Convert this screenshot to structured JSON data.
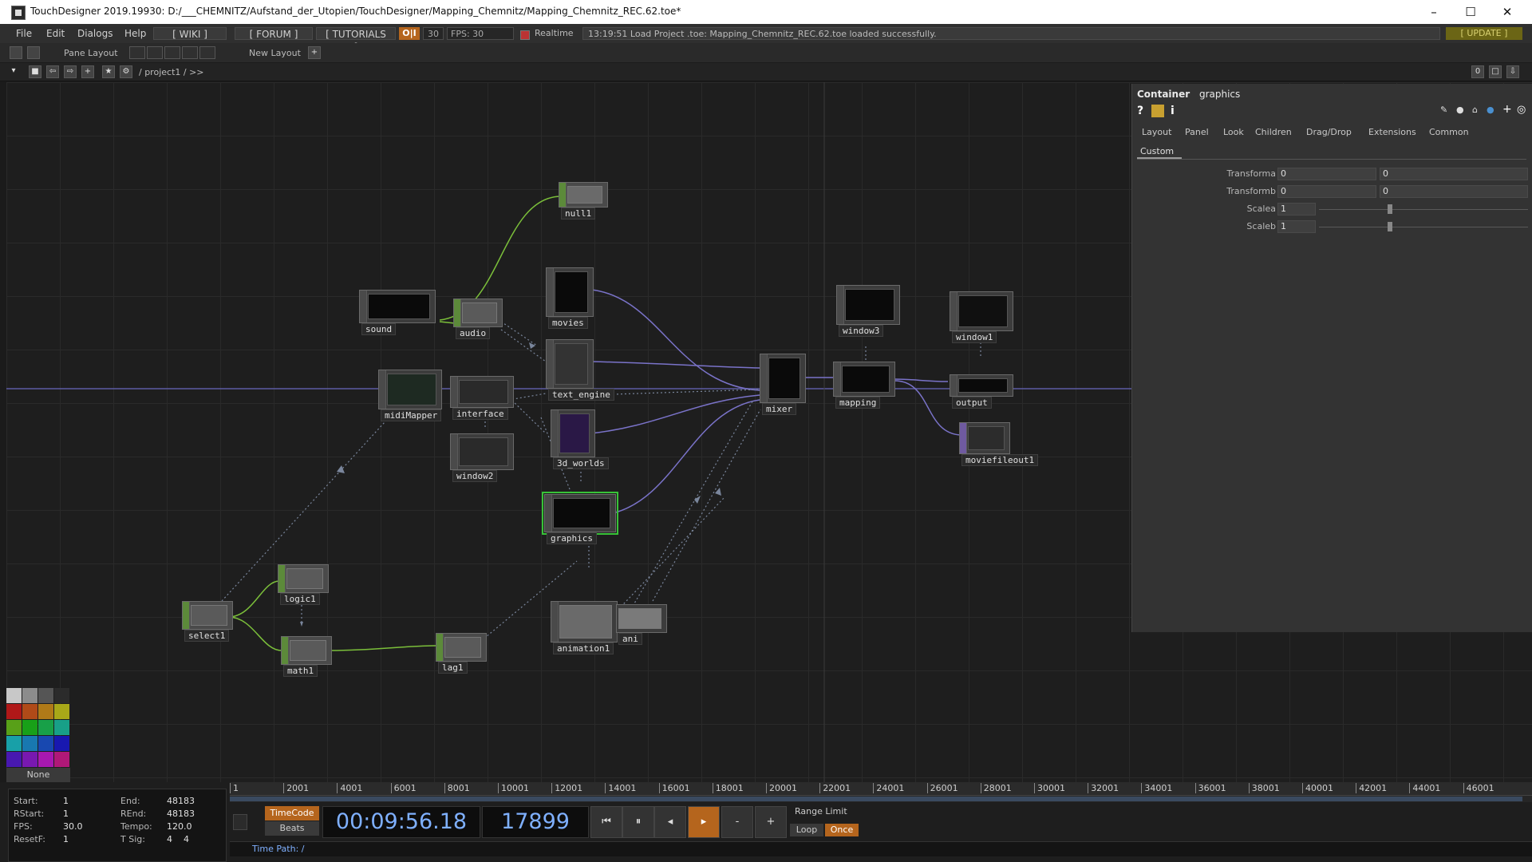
{
  "window": {
    "title": "TouchDesigner 2019.19930: D:/___CHEMNITZ/Aufstand_der_Utopien/TouchDesigner/Mapping_Chemnitz/Mapping_Chemnitz_REC.62.toe*",
    "minimize": "–",
    "maximize": "☐",
    "close": "✕"
  },
  "menu": {
    "items": [
      "File",
      "Edit",
      "Dialogs",
      "Help"
    ],
    "wiki": "[ WIKI ]",
    "forum": "[ FORUM ]",
    "tutorials": "[ TUTORIALS ]",
    "oi": "O|I",
    "fps_cook": "30",
    "fps_label": "FPS:  30",
    "realtime": "Realtime",
    "status": "13:19:51 Load Project .toe: Mapping_Chemnitz_REC.62.toe loaded successfully.",
    "update": "[ UPDATE ]"
  },
  "toolbar": {
    "pane_layout": "Pane Layout",
    "new_layout": "New Layout",
    "path": "/ project1 / >>",
    "right_counter": "0"
  },
  "nodes": {
    "null1": "null1",
    "sound": "sound",
    "audio": "audio",
    "movies": "movies",
    "text_engine": "text_engine",
    "midiMapper": "midiMapper",
    "interface": "interface",
    "window2": "window2",
    "three_d_worlds": "3d_worlds",
    "graphics": "graphics",
    "mixer": "mixer",
    "mapping": "mapping",
    "window3": "window3",
    "window1": "window1",
    "output": "output",
    "moviefileout1": "moviefileout1",
    "logic1": "logic1",
    "select1": "select1",
    "math1": "math1",
    "lag1": "lag1",
    "animation1": "animation1",
    "ani": "ani"
  },
  "params": {
    "op_type": "Container",
    "op_name": "graphics",
    "tabs": [
      "Layout",
      "Panel",
      "Look",
      "Children",
      "Drag/Drop",
      "Extensions",
      "Common"
    ],
    "active_subtab": "Custom",
    "rows": [
      {
        "label": "Transforma",
        "v1": "0",
        "v2": "0"
      },
      {
        "label": "Transformb",
        "v1": "0",
        "v2": "0"
      },
      {
        "label": "Scalea",
        "v1": "1"
      },
      {
        "label": "Scaleb",
        "v1": "1"
      }
    ]
  },
  "palette": {
    "none_label": "None",
    "colors": [
      "#c8c8c8",
      "#8c8c8c",
      "#555555",
      "#2b2b2b",
      "#b01818",
      "#b04a18",
      "#b07a18",
      "#a8a818",
      "#58a018",
      "#18a018",
      "#18a048",
      "#18a088",
      "#18a0a8",
      "#1878b0",
      "#1848b0",
      "#1818b0",
      "#4818b0",
      "#7818b0",
      "#a818b0",
      "#b01878"
    ]
  },
  "timeline": {
    "ruler": [
      "1",
      "2001",
      "4001",
      "6001",
      "8001",
      "10001",
      "12001",
      "14001",
      "16001",
      "18001",
      "20001",
      "22001",
      "24001",
      "26001",
      "28001",
      "30001",
      "32001",
      "34001",
      "36001",
      "38001",
      "40001",
      "42001",
      "44001",
      "46001"
    ],
    "info": {
      "start_label": "Start:",
      "start": "1",
      "end_label": "End:",
      "end": "48183",
      "rstart_label": "RStart:",
      "rstart": "1",
      "rend_label": "REnd:",
      "rend": "48183",
      "fps_label": "FPS:",
      "fps": "30.0",
      "tempo_label": "Tempo:",
      "tempo": "120.0",
      "resetf_label": "ResetF:",
      "resetf": "1",
      "tsig_label": "T Sig:",
      "tsig": "4    4"
    },
    "timecode_btn": "TimeCode",
    "beats_btn": "Beats",
    "timecode": "00:09:56.18",
    "frame": "17899",
    "range_limit": "Range Limit",
    "loop": "Loop",
    "once": "Once",
    "time_path": "Time Path: /",
    "transport": {
      "to_start": "⏮",
      "pause": "⏸",
      "back": "◂",
      "play": "▸",
      "minus": "-",
      "plus": "+"
    }
  }
}
